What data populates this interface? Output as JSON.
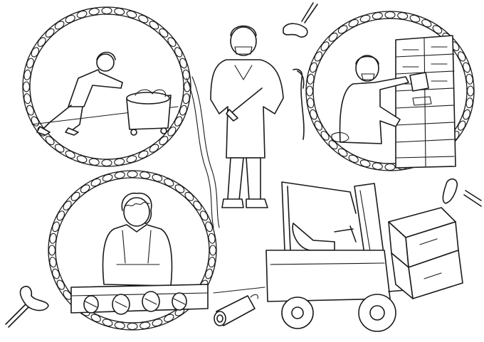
{
  "illustration": {
    "style": "black line-art coloring page",
    "colors": {
      "ink": "#1a1a1a",
      "paper": "#ffffff"
    },
    "scenes": [
      {
        "id": "pushing-cart",
        "icon": "worker-pushing-meat-cart-icon"
      },
      {
        "id": "butcher",
        "icon": "butcher-with-knife-and-sausage-icon"
      },
      {
        "id": "storage-rack",
        "icon": "worker-at-storage-rack-icon"
      },
      {
        "id": "conveyor",
        "icon": "worker-at-sausage-conveyor-icon"
      },
      {
        "id": "forklift",
        "icon": "forklift-with-boxes-icon"
      }
    ]
  }
}
